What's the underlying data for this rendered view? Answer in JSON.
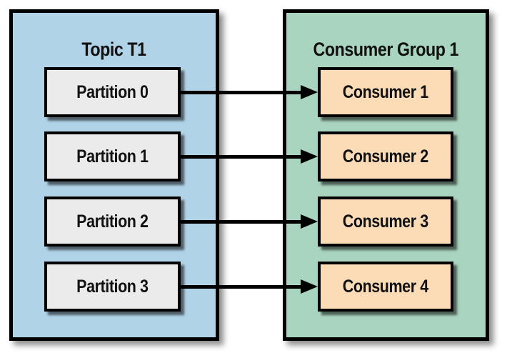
{
  "figure": {
    "description": "Topic partitions fanned out to consumers in a consumer group",
    "background_color": "#ffffff",
    "border_color": "#000000"
  },
  "topic_panel": {
    "title": "Topic T1",
    "fill": "#b0d3e8",
    "partition_fill": "#ebebeb",
    "partitions": [
      {
        "label": "Partition 0"
      },
      {
        "label": "Partition 1"
      },
      {
        "label": "Partition 2"
      },
      {
        "label": "Partition 3"
      }
    ]
  },
  "consumer_panel": {
    "title": "Consumer Group 1",
    "fill": "#a9d4bf",
    "consumer_fill": "#fbdcb6",
    "consumers": [
      {
        "label": "Consumer 1"
      },
      {
        "label": "Consumer 2"
      },
      {
        "label": "Consumer 3"
      },
      {
        "label": "Consumer 4"
      }
    ]
  },
  "connections": [
    {
      "from": "Partition 0",
      "to": "Consumer 1",
      "label": "Partition 0 to Consumer 1"
    },
    {
      "from": "Partition 1",
      "to": "Consumer 2",
      "label": "Partition 1 to Consumer 2"
    },
    {
      "from": "Partition 2",
      "to": "Consumer 3",
      "label": "Partition 2 to Consumer 3"
    },
    {
      "from": "Partition 3",
      "to": "Consumer 4",
      "label": "Partition 3 to Consumer 4"
    }
  ]
}
